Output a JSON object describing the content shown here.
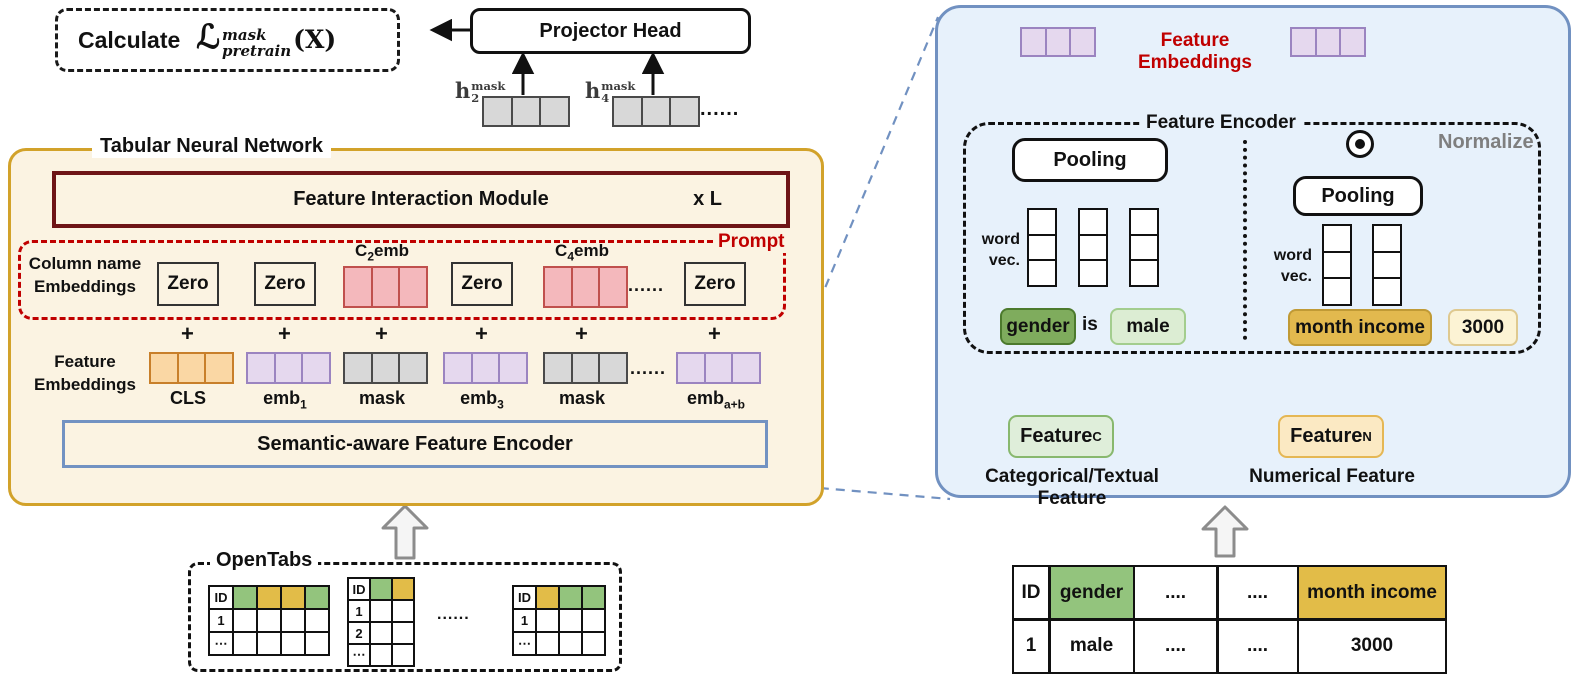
{
  "left": {
    "calc": {
      "calculate": "Calculate",
      "loss": "ℒ",
      "sup": "mask",
      "sub": "pretrain",
      "arg": "(X)"
    },
    "projector_label": "Projector Head",
    "h_vectors": [
      {
        "base": "h",
        "sup": "mask",
        "sub": "2"
      },
      {
        "base": "h",
        "sup": "mask",
        "sub": "4"
      }
    ],
    "h_dots": "......",
    "tnn_title": "Tabular Neural Network",
    "fim": {
      "label": "Feature Interaction Module",
      "repeat": "x L"
    },
    "prompt": {
      "title": "Prompt",
      "row_label_1": "Column name",
      "row_label_2": "Embeddings",
      "zeros": [
        "Zero",
        "Zero",
        "Zero",
        "Zero"
      ],
      "vec_labels": [
        {
          "base": "C",
          "sub": "2",
          "rest": "emb"
        },
        {
          "base": "C",
          "sub": "4",
          "rest": "emb"
        }
      ],
      "dots": "......"
    },
    "plus": "+",
    "feature_row": {
      "row_label_1": "Feature",
      "row_label_2": "Embeddings",
      "labels": [
        {
          "base": "CLS",
          "sub": ""
        },
        {
          "base": "emb",
          "sub": "1"
        },
        {
          "base": "mask",
          "sub": ""
        },
        {
          "base": "emb",
          "sub": "3"
        },
        {
          "base": "mask",
          "sub": ""
        },
        {
          "base": "emb",
          "sub": "a+b"
        }
      ],
      "dots": "......"
    },
    "semantic_encoder": "Semantic-aware Feature Encoder",
    "opentabs": {
      "title": "OpenTabs",
      "dots": "......",
      "t1": {
        "id": "ID",
        "rows": [
          "1",
          "⋯"
        ]
      },
      "t2": {
        "id": "ID",
        "rows": [
          "1",
          "2",
          "⋯"
        ]
      },
      "t3": {
        "id": "ID",
        "rows": [
          "1",
          "⋯"
        ]
      }
    }
  },
  "right": {
    "feature_embeddings": "Feature Embeddings",
    "feature_encoder": "Feature Encoder",
    "cat": {
      "pooling": "Pooling",
      "word_vec_1": "word",
      "word_vec_2": "vec.",
      "left_token": "gender",
      "connector": "is",
      "right_token": "male",
      "feature_base": "Feature",
      "feature_sub": "C",
      "caption": "Categorical/Textual Feature"
    },
    "num": {
      "pooling": "Pooling",
      "normalize": "Normalize",
      "word_vec_1": "word",
      "word_vec_2": "vec.",
      "token": "month income",
      "value": "3000",
      "feature_base": "Feature",
      "feature_sub": "N",
      "caption": "Numerical Feature"
    },
    "table": {
      "headers": [
        "ID",
        "gender",
        "....",
        "....",
        "month income"
      ],
      "row": [
        "1",
        "male",
        "....",
        "....",
        "3000"
      ]
    }
  },
  "colors": {
    "cream_bg": "#FBF3E2",
    "gold_border": "#D2A22A",
    "maroon_border": "#6E1416",
    "prompt_red": "#C00000",
    "panel_blue_bg": "#E7F1FB",
    "panel_blue_border": "#7191C1",
    "semantic_blue_border": "#7292C2",
    "purple_fill": "#E5D8EE",
    "purple_border": "#9B84C0",
    "pink_fill": "#F4B8BC",
    "pink_border": "#C0504D",
    "orange_fill": "#FAD7A4",
    "orange_border": "#C87F2A",
    "gray_fill": "#D8D8D8",
    "gray_border": "#4A4A4A",
    "table_green": "#93C47D",
    "table_gold": "#E2BC48",
    "gender_fill": "#7FAC5D",
    "male_fill": "#DCEDD3",
    "income_fill": "#E2B94E",
    "value_fill": "#FCF3D4",
    "feature_c_fill": "#DFEEDA",
    "feature_n_fill": "#FBE9C3",
    "normalize_gray": "#7F7F7F"
  }
}
